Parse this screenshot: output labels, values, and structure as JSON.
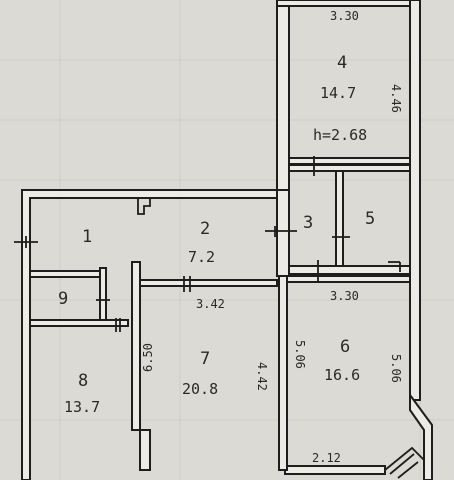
{
  "rooms": [
    {
      "number": "1",
      "area": ""
    },
    {
      "number": "2",
      "area": "7.2"
    },
    {
      "number": "3",
      "area": ""
    },
    {
      "number": "4",
      "area": "14.7"
    },
    {
      "number": "5",
      "area": ""
    },
    {
      "number": "6",
      "area": "16.6"
    },
    {
      "number": "7",
      "area": "20.8"
    },
    {
      "number": "8",
      "area": "13.7"
    },
    {
      "number": "9",
      "area": ""
    }
  ],
  "dimensions": {
    "room4_top": "3.30",
    "room4_side": "4.46",
    "ceiling_height": "h=2.68",
    "room6_top": "3.30",
    "room6_side_right": "5.06",
    "room6_side_left": "5.06",
    "room6_bottom": "2.12",
    "room7_top": "3.42",
    "room7_side_left": "6.50",
    "room7_side_right": "4.42"
  }
}
